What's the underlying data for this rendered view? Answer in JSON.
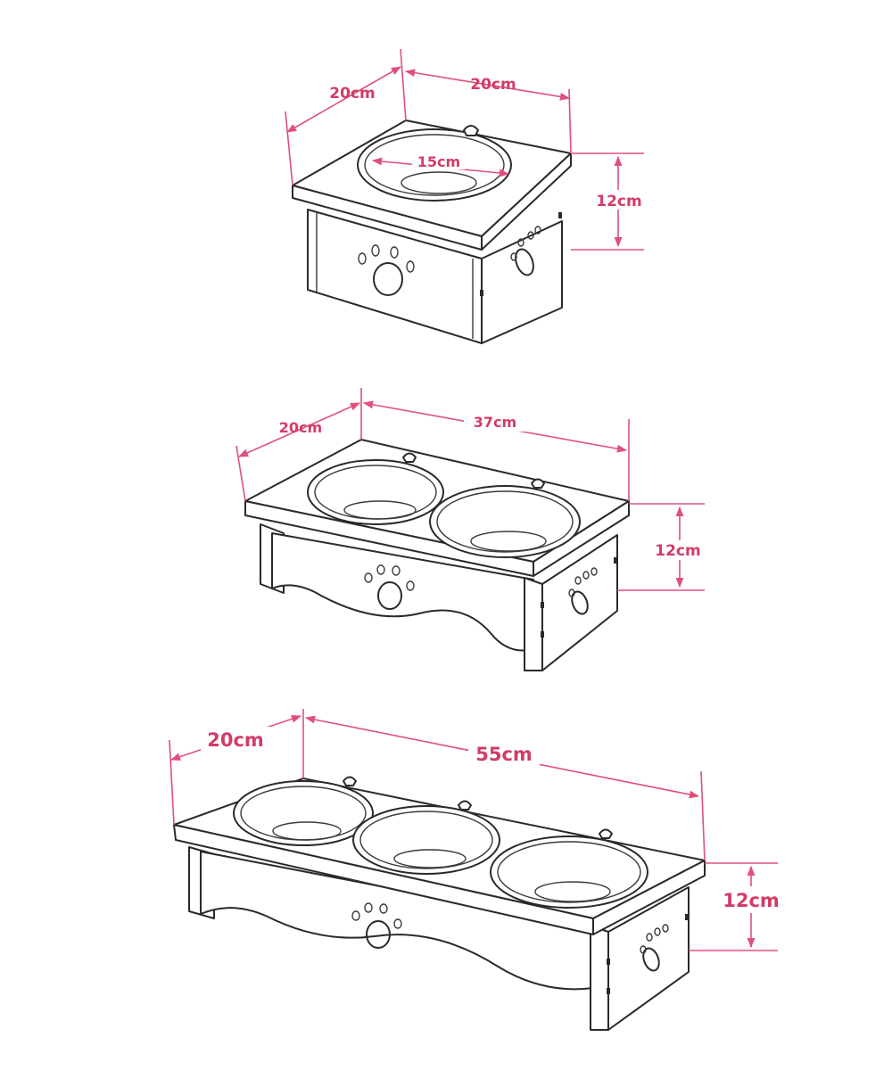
{
  "accent_color": "#d23c66",
  "line_color": "#2a2a2a",
  "stands": [
    {
      "bowls": 1,
      "dimensions": {
        "depth": "20cm",
        "width": "20cm",
        "height": "12cm",
        "bowl_diameter": "15cm"
      }
    },
    {
      "bowls": 2,
      "dimensions": {
        "depth": "20cm",
        "width": "37cm",
        "height": "12cm"
      }
    },
    {
      "bowls": 3,
      "dimensions": {
        "depth": "20cm",
        "width": "55cm",
        "height": "12cm"
      }
    }
  ]
}
